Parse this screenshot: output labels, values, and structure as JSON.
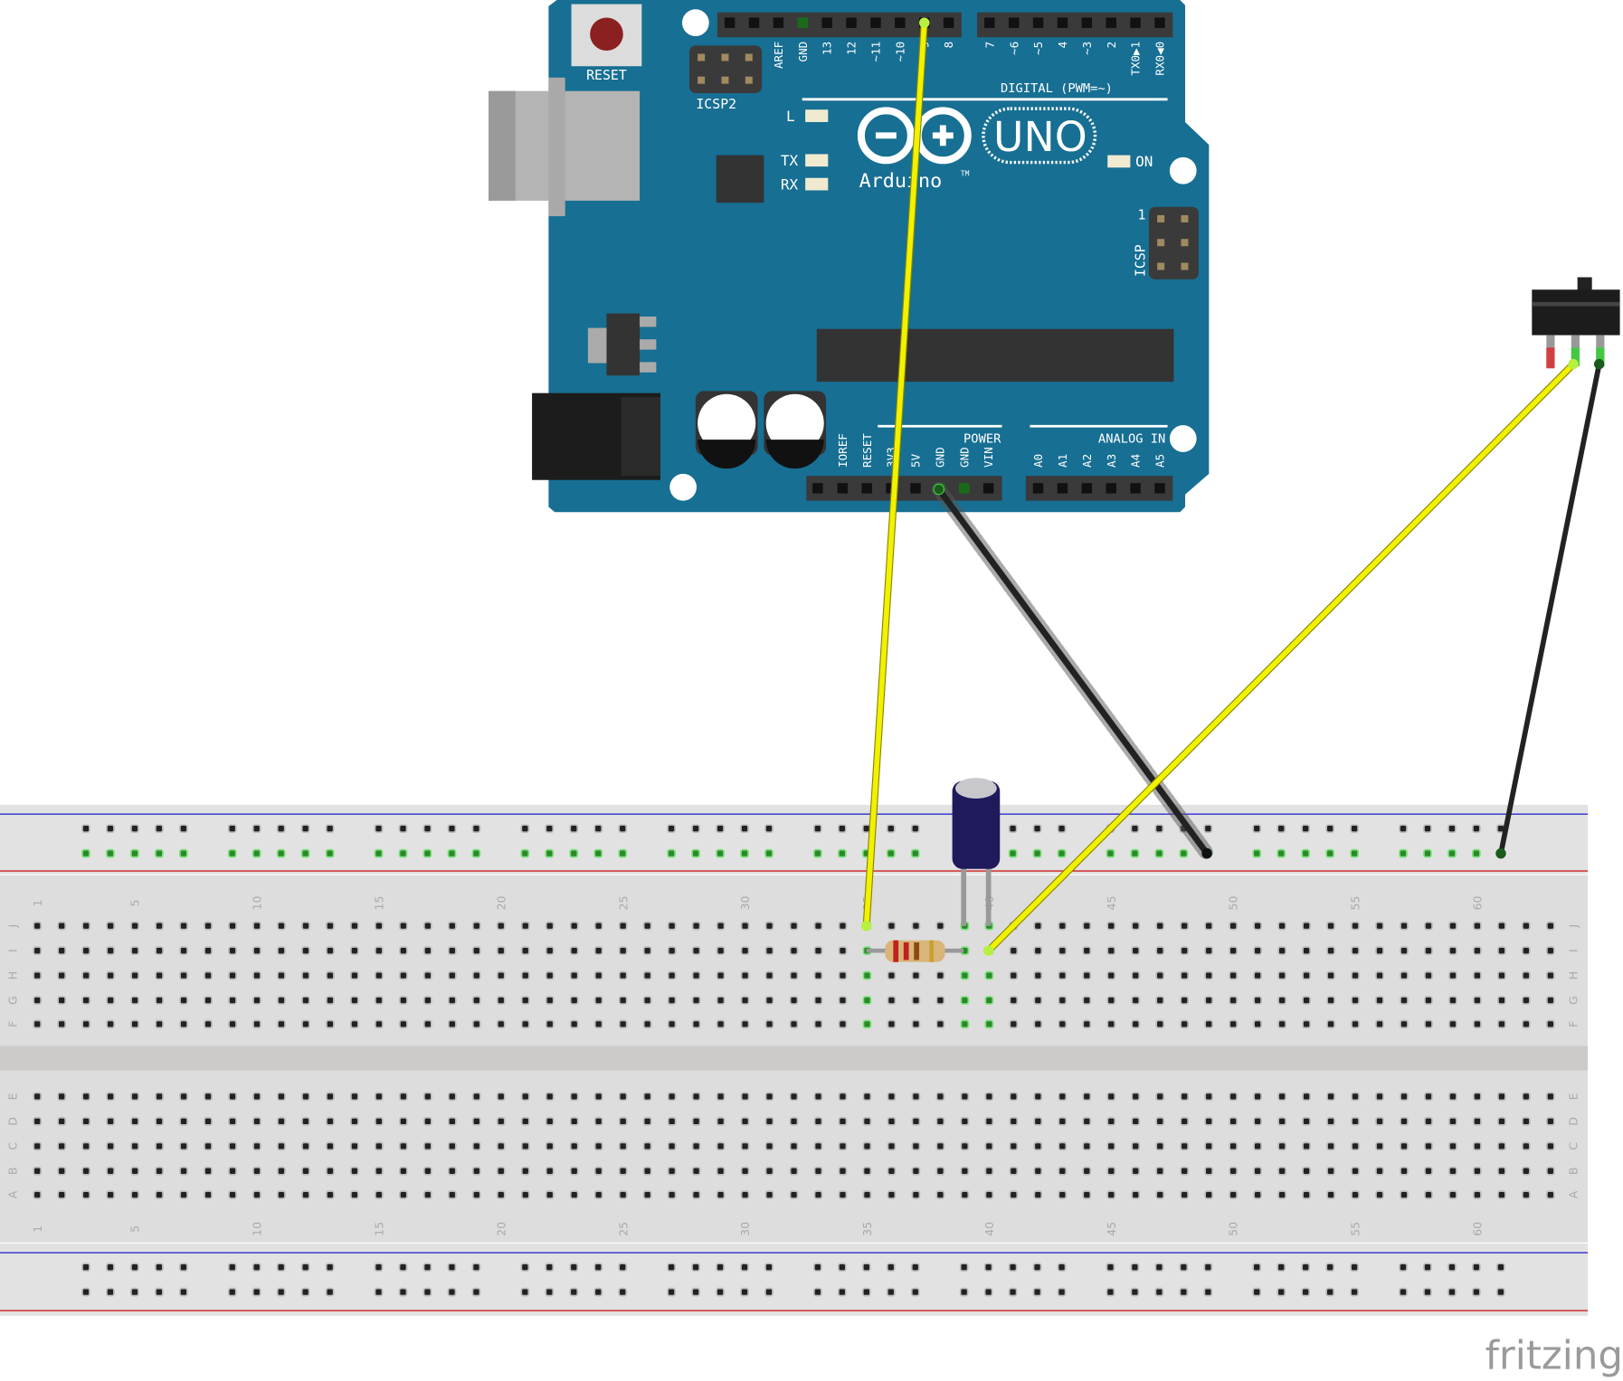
{
  "colors": {
    "board": "#176f93",
    "header": "#3a3a3a",
    "breadboard": "#dcdcdc",
    "rail_blue": "#2b2bd0",
    "rail_red": "#d02020",
    "wire_yellow": "#f2f200",
    "wire_black": "#222222",
    "highlight": "#44c844"
  },
  "arduino": {
    "reset_label": "RESET",
    "icsp2_label": "ICSP2",
    "top_pins_left": [
      "",
      "",
      "AREF",
      "GND",
      "13",
      "12",
      "~11",
      "~10",
      "~9",
      "8"
    ],
    "top_pins_right": [
      "7",
      "~6",
      "~5",
      "4",
      "~3",
      "2",
      "TX0▶1",
      "RX0◀0"
    ],
    "digital_label": "DIGITAL (PWM=~)",
    "led_l": "L",
    "led_tx": "TX",
    "led_rx": "RX",
    "uno_label": "UNO",
    "brand": "Arduino",
    "tm": "TM",
    "on_label": "ON",
    "icsp_label": "ICSP",
    "icsp_pin1": "1",
    "power_pins": [
      "IOREF",
      "RESET",
      "3V3",
      "5V",
      "GND",
      "GND",
      "VIN"
    ],
    "power_label": "POWER",
    "analog_pins": [
      "A0",
      "A1",
      "A2",
      "A3",
      "A4",
      "A5"
    ],
    "analog_label": "ANALOG IN"
  },
  "breadboard": {
    "columns": 63,
    "top_rows": [
      "J",
      "I",
      "H",
      "G",
      "F"
    ],
    "bottom_rows": [
      "E",
      "D",
      "C",
      "B",
      "A"
    ],
    "number_labels": [
      "1",
      "5",
      "10",
      "15",
      "20",
      "25",
      "30",
      "35",
      "40",
      "45",
      "50",
      "55",
      "60"
    ],
    "highlighted_columns": [
      35,
      39,
      40
    ]
  },
  "logo": "fritzing"
}
